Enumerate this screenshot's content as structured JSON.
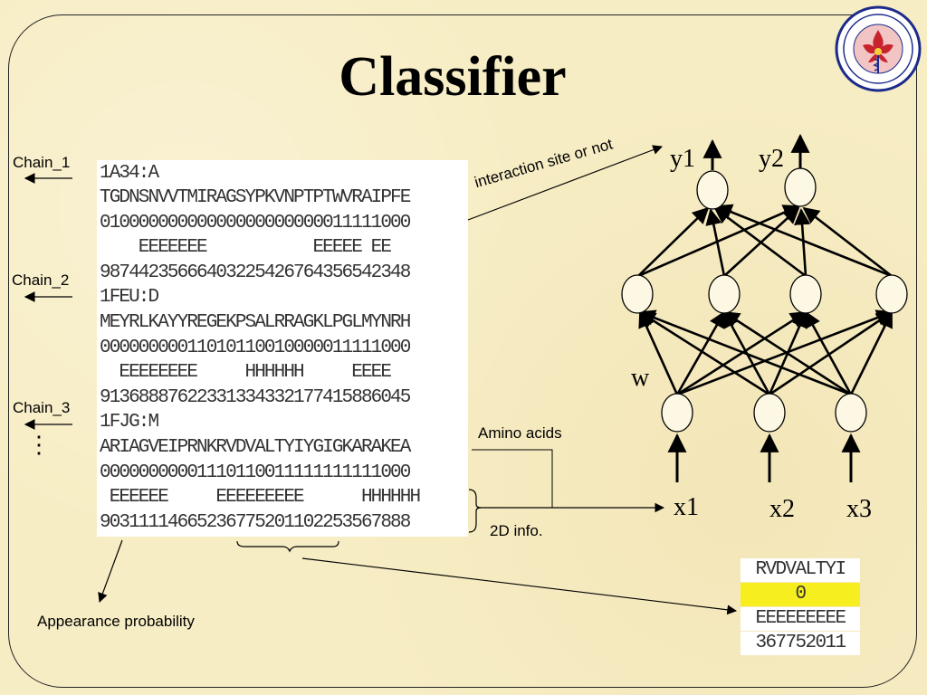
{
  "title": "Classifier",
  "chains": [
    {
      "label": "Chain_1"
    },
    {
      "label": "Chain_2"
    },
    {
      "label": "Chain_3"
    }
  ],
  "ellipsis": "⋮",
  "sequence_lines": [
    "1A34:A",
    "TGDNSNVVTMIRAGSYPKVNPTPTWVRAIPFE",
    "01000000000000000000000011111000",
    "    EEEEEEE           EEEEE EE",
    "98744235666403225426764356542348",
    "1FEU:D",
    "MEYRLKAYYREGEKPSALRRAGKLPGLMYNRH",
    "00000000011010110010000011111000",
    "  EEEEEEEE     HHHHHH     EEEE",
    "91368887622331334332177415886045",
    "1FJG:M",
    "ARIAGVEIPRNKRVDVALTYIYGIGKARAKEA",
    "00000000001110110011111111111000",
    " EEEEEE     EEEEEEEEE      HHHHHH",
    "90311114665236775201102253567888"
  ],
  "annotations": {
    "interaction": "interaction site or not",
    "amino_acids": "Amino acids",
    "info_2d": "2D info.",
    "appearance": "Appearance probability"
  },
  "network": {
    "outputs": [
      "y1",
      "y2"
    ],
    "inputs": [
      "x1",
      "x2",
      "x3"
    ],
    "weight_label": "w",
    "layers": [
      2,
      4,
      3
    ]
  },
  "zoom": {
    "lines": [
      "RVDVALTYI",
      "0",
      "EEEEEEEEE",
      "367752011"
    ],
    "highlight_index": 1,
    "highlight_color": "#f6ee1f"
  },
  "logo": {
    "name": "university-seal"
  }
}
